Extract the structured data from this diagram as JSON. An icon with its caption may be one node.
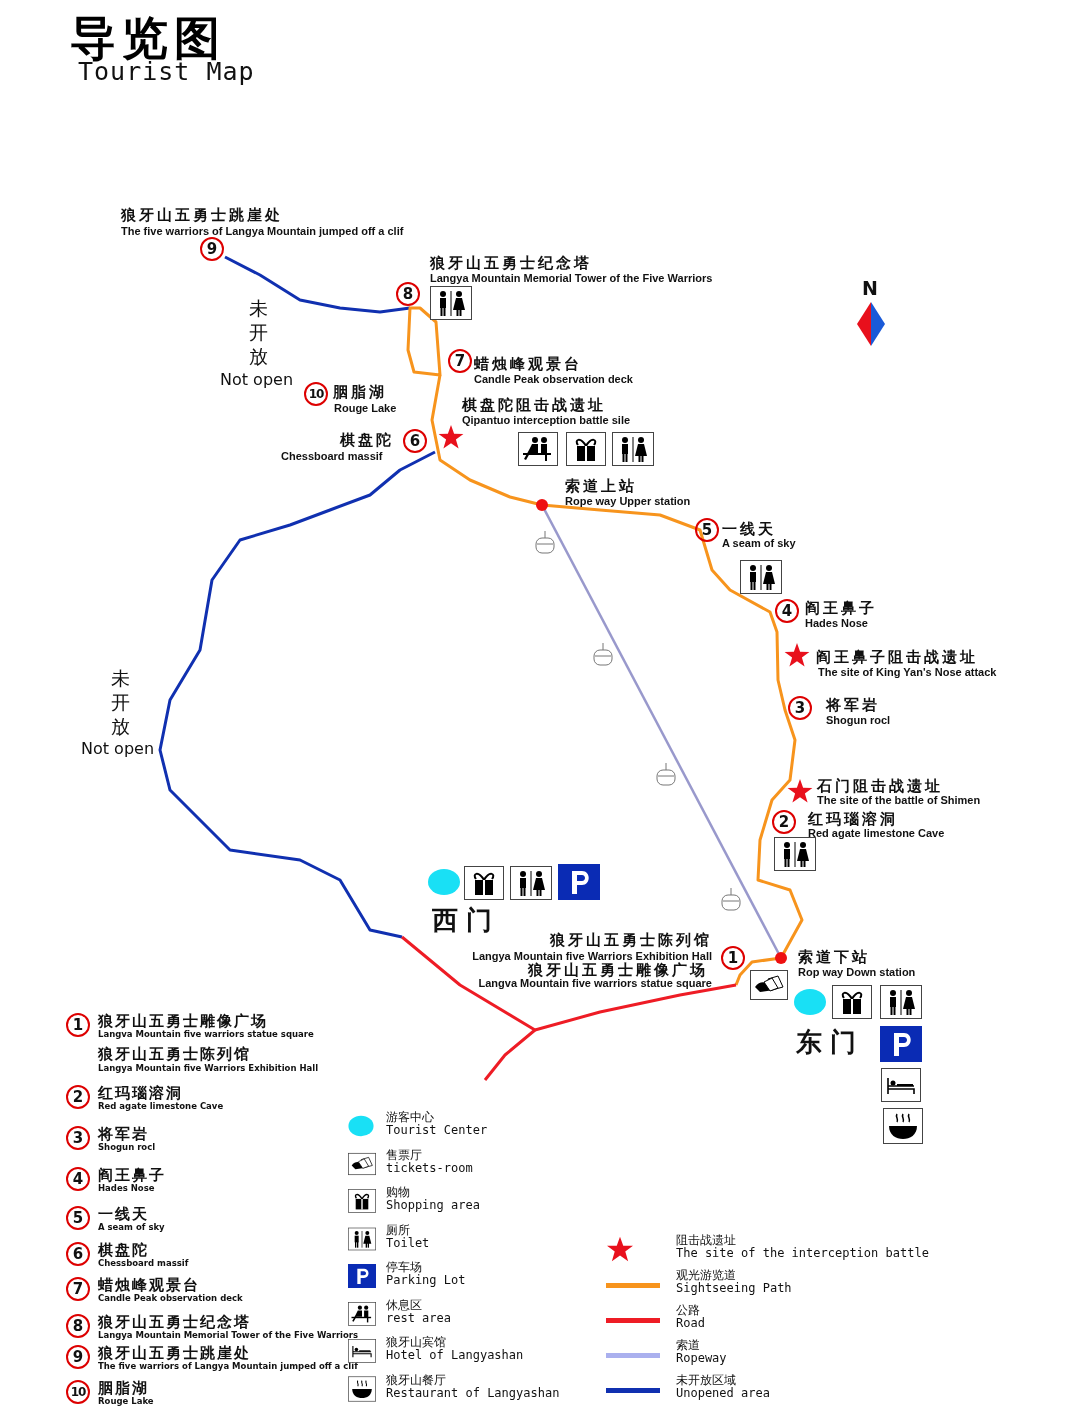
{
  "diagram": {
    "title": "导览图",
    "labels": [
      "Tourist Map",
      "狼牙山五勇士跳崖处",
      "The five warriors of Langya Mountain jumped off a clif",
      "9",
      "狼牙山五勇士纪念塔",
      "Langya Mountain Memorial Tower of the Five Warriors",
      "8",
      "N",
      "未开放",
      "Not open",
      "7",
      "蜡烛峰观景台",
      "Candle Peak observation deck",
      "10",
      "胭脂湖",
      "Rouge Lake",
      "棋盘陀阻击战遗址",
      "Qipantuo interception battle sile",
      "棋盘陀",
      "Chessboard massif",
      "6",
      "索道上站",
      "Rope way Upper station",
      "5",
      "一线天",
      "A seam of sky",
      "4",
      "阎王鼻子",
      "Hades Nose",
      "阎王鼻子阻击战遗址",
      "The site of King Yan's Nose attack",
      "3",
      "将军岩",
      "Shogun rocl",
      "未开放",
      "Not open",
      "石门阻击战遗址",
      "The site of the battle of Shimen",
      "2",
      "红玛瑙溶洞",
      "Red agate limestone Cave",
      "西门",
      "狼牙山五勇士陈列馆",
      "Langya Mountain five Warriors Exhibition Hall",
      "1",
      "索道下站",
      "Rop way Down station",
      "狼牙山五勇士雕像广场",
      "Langva Mountain five warriors statue square",
      "东门",
      "1",
      "狼牙山五勇士雕像广场",
      "Langva Mountain five warriors statue square",
      "狼牙山五勇士陈列馆",
      "Langya Mountain five Warriors Exhibition Hall",
      "2",
      "红玛瑙溶洞",
      "Red agate limestone Cave",
      "3",
      "将军岩",
      "Shogun rocl",
      "4",
      "阎王鼻子",
      "Hades Nose",
      "5",
      "一线天",
      "A seam  of sky",
      "6",
      "棋盘陀",
      "Chessboard massif",
      "7",
      "蜡烛峰观景台",
      "Candle Peak observation deck",
      "8",
      "狼牙山五勇士纪念塔",
      "Langya Mountain Memorial Tower of the Five Warriors",
      "9",
      "狼牙山五勇士跳崖处",
      "The five warriors of Langya Mountain jumped off a clif",
      "10",
      "胭脂湖",
      "Rouge Lake"
    ],
    "legend": [
      {
        "text": "游客中心 Tourist Center",
        "color": "#19e0f5"
      },
      {
        "text": "售票厅 tickets-room"
      },
      {
        "text": "购物 Shopping area"
      },
      {
        "text": "厕所 Toilet"
      },
      {
        "text": "停车场 Parking Lot"
      },
      {
        "text": "休息区 rest area"
      },
      {
        "text": "狼牙山宾馆 Hotel of Langyashan"
      },
      {
        "text": "狼牙山餐厅 Restaurant of Langyashan"
      },
      {
        "text": "阻击战遗址 The site of the interception battle"
      },
      {
        "text": "观光游览道 Sightseeing Path"
      },
      {
        "text": "公路 Road"
      },
      {
        "text": "索道 Ropeway"
      },
      {
        "text": "未开放区域 Unopened area"
      }
    ]
  }
}
